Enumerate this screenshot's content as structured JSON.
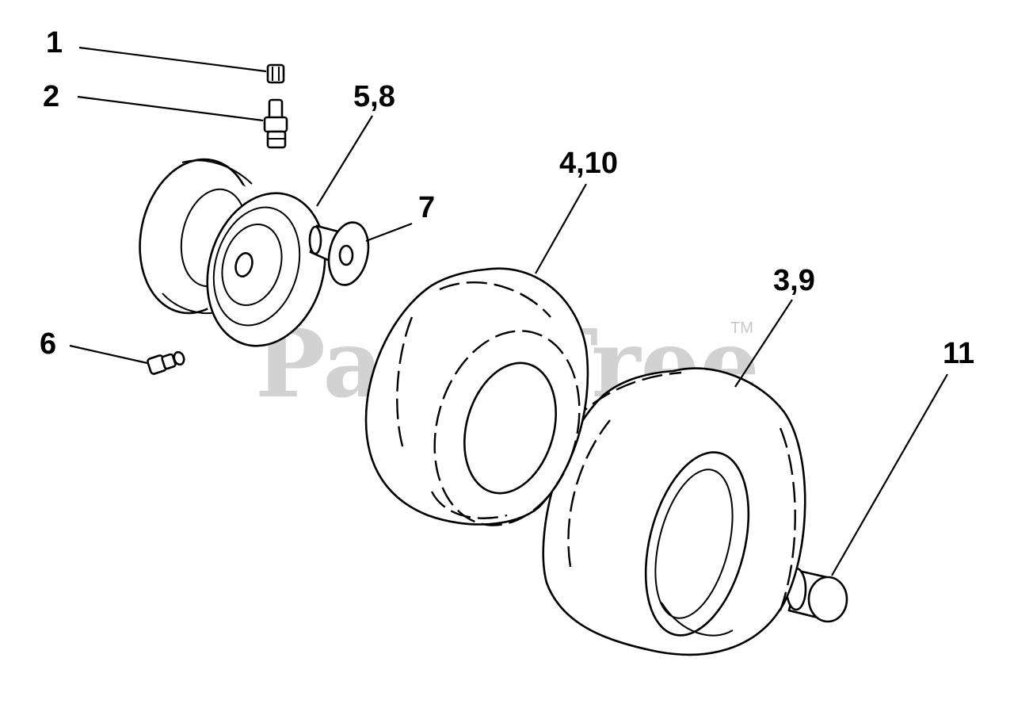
{
  "watermark": {
    "text": "PartsTree",
    "trademark": "TM"
  },
  "callouts": [
    {
      "id": "c1",
      "label": "1"
    },
    {
      "id": "c2",
      "label": "2"
    },
    {
      "id": "c58",
      "label": "5,8"
    },
    {
      "id": "c410",
      "label": "4,10"
    },
    {
      "id": "c7",
      "label": "7"
    },
    {
      "id": "c39",
      "label": "3,9"
    },
    {
      "id": "c6",
      "label": "6"
    },
    {
      "id": "c11",
      "label": "11"
    }
  ],
  "parts": [
    {
      "callout": "1",
      "icon": "valve-cap-icon"
    },
    {
      "callout": "2",
      "icon": "valve-stem-icon"
    },
    {
      "callout": "5,8",
      "icon": "wheel-rim-icon"
    },
    {
      "callout": "6",
      "icon": "grease-fitting-icon"
    },
    {
      "callout": "7",
      "icon": "flange-bushing-icon"
    },
    {
      "callout": "4,10",
      "icon": "tire-icon"
    },
    {
      "callout": "3,9",
      "icon": "inner-tube-icon"
    },
    {
      "callout": "11",
      "icon": "hub-cap-icon"
    }
  ]
}
